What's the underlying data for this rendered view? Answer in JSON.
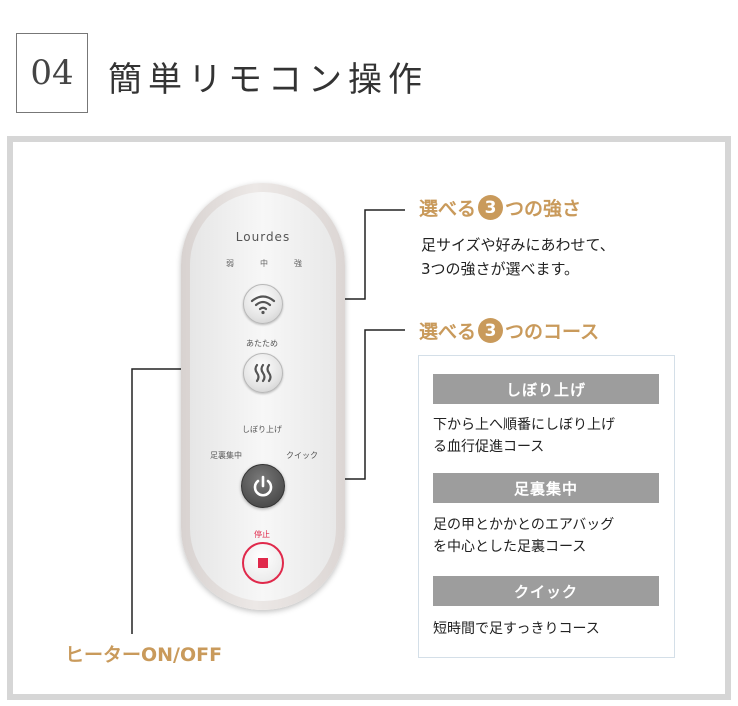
{
  "header": {
    "number": "04",
    "title": "簡単リモコン操作"
  },
  "remote": {
    "brand": "Lourdes",
    "levels": [
      "弱",
      "中",
      "強"
    ],
    "warm_label": "あたため",
    "squeeze_label": "しぼり上げ",
    "sole_label": "足裏集中",
    "quick_label": "クイック",
    "stop_label": "停止"
  },
  "strength": {
    "title_prefix": "選べる",
    "number": "3",
    "title_suffix": "つの強さ",
    "desc_line1": "足サイズや好みにあわせて、",
    "desc_line2": "3つの強さが選べます。"
  },
  "courses": {
    "title_prefix": "選べる",
    "number": "3",
    "title_suffix": "つのコース",
    "items": [
      {
        "name": "しぼり上げ",
        "line1": "下から上へ順番にしぼり上げ",
        "line2": "る血行促進コース"
      },
      {
        "name": "足裏集中",
        "line1": "足の甲とかかとのエアバッグ",
        "line2": "を中心とした足裏コース"
      },
      {
        "name": "クイック",
        "line1": "短時間で足すっきりコース",
        "line2": ""
      }
    ]
  },
  "heater": {
    "label": "ヒーターON/OFF"
  },
  "colors": {
    "accent": "#c99a5b",
    "course_header": "#9d9d9d",
    "stop_red": "#e0294b",
    "panel_border": "#d6d6d6"
  }
}
